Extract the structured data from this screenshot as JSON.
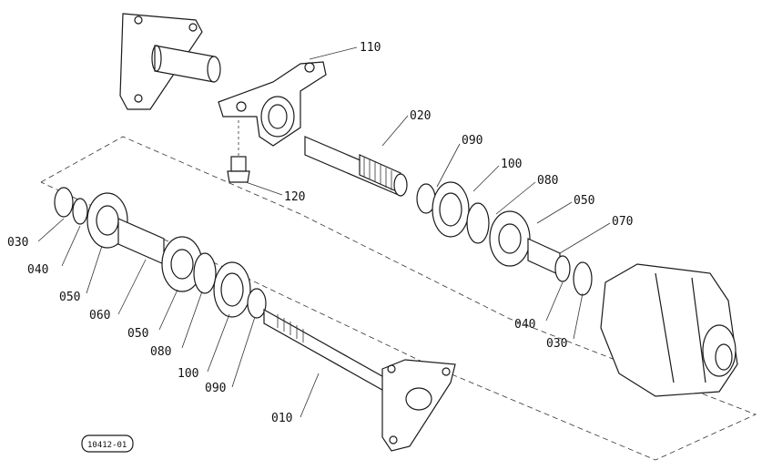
{
  "diagram_code": "10412-01",
  "parts": {
    "p110": "110",
    "p020": "020",
    "p120": "120",
    "p090_right": "090",
    "p100_right": "100",
    "p080_right": "080",
    "p050_right": "050",
    "p070": "070",
    "p040_right": "040",
    "p030_right": "030",
    "p030_left": "030",
    "p040_left": "040",
    "p050_left_a": "050",
    "p060": "060",
    "p050_left_b": "050",
    "p080_left": "080",
    "p100_left": "100",
    "p090_left": "090",
    "p010": "010"
  }
}
